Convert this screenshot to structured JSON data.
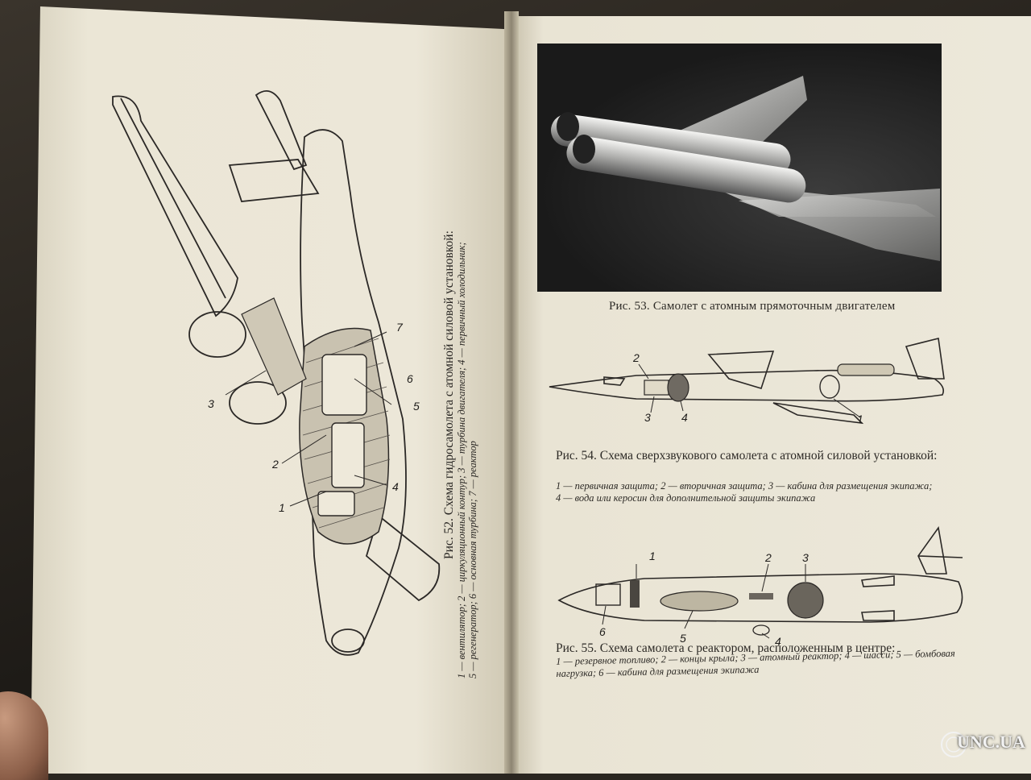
{
  "fig52": {
    "title": "Рис. 52. Схема гидросамолета с атомной силовой установкой:",
    "legend_line1": "1 — вентилятор; 2 — циркуляционный контур; 3 — турбина двигателя; 4 — первичный холодильник;",
    "legend_line2": "5 — регенератор; 6 — основная турбина; 7 — реактор",
    "callouts": [
      "1",
      "2",
      "3",
      "4",
      "5",
      "6",
      "7"
    ]
  },
  "fig53": {
    "caption": "Рис. 53. Самолет с атомным прямоточным двигателем"
  },
  "fig54": {
    "title": "Рис. 54. Схема сверхзвукового самолета с атомной силовой установкой:",
    "legend": "1 — первичная защита; 2 — вторичная защита; 3 — кабина для размещения экипажа; 4 — вода или керосин для дополнительной защиты экипажа",
    "callouts": [
      "1",
      "2",
      "3",
      "4"
    ]
  },
  "fig55": {
    "title": "Рис. 55. Схема самолета с реактором, расположенным в центре:",
    "legend": "1 — резервное топливо; 2 — концы крыла; 3 — атомный реактор; 4 — шасси; 5 — бомбовая нагрузка; 6 — кабина для размещения экипажа",
    "callouts": [
      "1",
      "2",
      "3",
      "4",
      "5",
      "6"
    ]
  },
  "watermark": {
    "text": "UNC.UA"
  },
  "colors": {
    "paper": "#ece7d8",
    "ink": "#2a2724",
    "table": "#2a2620"
  }
}
